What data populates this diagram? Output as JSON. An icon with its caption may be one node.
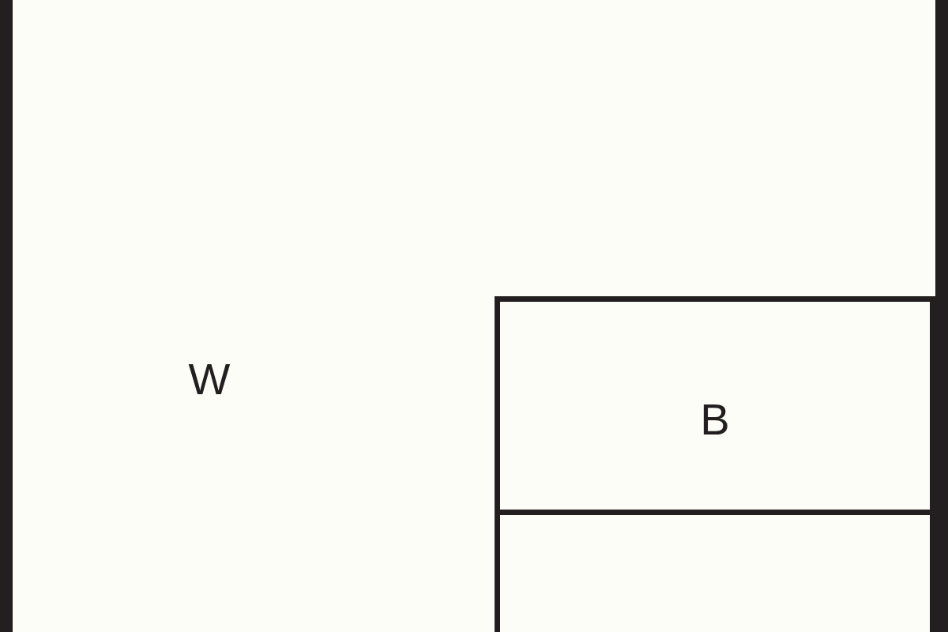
{
  "diagram": {
    "nodes": [
      {
        "text": [
          "W"
        ]
      },
      {
        "text": [
          "B"
        ],
        "in": 0
      },
      {
        "text": [],
        "shape": "box",
        "in": 0
      }
    ]
  }
}
